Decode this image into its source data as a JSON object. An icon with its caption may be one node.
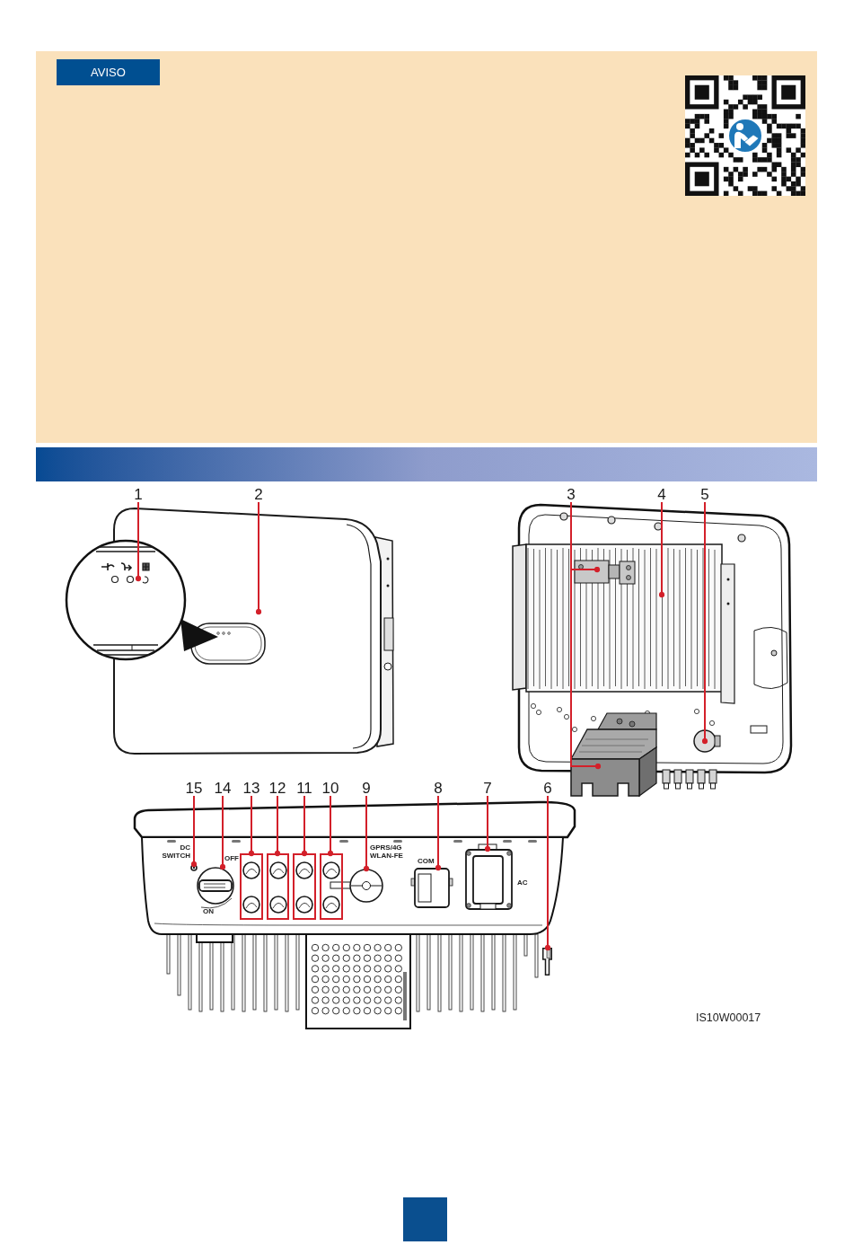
{
  "diagram": {
    "nodes": [
      {
        "text": [],
        "shape": "box"
      },
      {
        "text": [
          "AVISO"
        ],
        "in": 0
      },
      {
        "text": [
          "1"
        ]
      },
      {
        "text": [
          "2"
        ]
      },
      {
        "text": [
          "3"
        ]
      },
      {
        "text": [
          "4"
        ]
      },
      {
        "text": [
          "5"
        ]
      },
      {
        "text": [
          "15"
        ]
      },
      {
        "text": [
          "14"
        ]
      },
      {
        "text": [
          "13"
        ]
      },
      {
        "text": [
          "12"
        ]
      },
      {
        "text": [
          "11"
        ]
      },
      {
        "text": [
          "10"
        ]
      },
      {
        "text": [
          "9"
        ]
      },
      {
        "text": [
          "8"
        ]
      },
      {
        "text": [
          "7"
        ]
      },
      {
        "text": [
          "6"
        ]
      },
      {
        "text": [],
        "shape": "box"
      },
      {
        "text": [],
        "shape": "box"
      },
      {
        "text": [],
        "shape": "box"
      },
      {
        "text": [],
        "shape": "box"
      },
      {
        "text": [],
        "shape": "circle"
      },
      {
        "text": [],
        "shape": "circle",
        "beside": [
          "ON"
        ]
      },
      {
        "text": [],
        "shape": "circle",
        "beside": [
          "GPRS/4G WLAN-FE"
        ]
      },
      {
        "text": [],
        "shape": "box",
        "beside": [
          "COM"
        ]
      },
      {
        "text": [],
        "shape": "box",
        "beside": [
          "AC"
        ]
      },
      {
        "text": [],
        "shape": "picture"
      }
    ],
    "edges": [
      {
        "from": 2,
        "to": null,
        "arrow": "other"
      },
      {
        "from": 3,
        "to": null,
        "arrow": "other"
      },
      {
        "from": 4,
        "to": null,
        "arrow": "other"
      },
      {
        "from": 4,
        "to": null,
        "arrow": "other"
      },
      {
        "from": 5,
        "to": null,
        "arrow": "other"
      },
      {
        "from": 6,
        "to": null,
        "arrow": "other"
      },
      {
        "from": 7,
        "to": 21,
        "arrow": "other"
      },
      {
        "from": 8,
        "to": 22,
        "arrow": "other"
      },
      {
        "from": 9,
        "to": 17,
        "arrow": "other"
      },
      {
        "from": 10,
        "to": 18,
        "arrow": "other"
      },
      {
        "from": 11,
        "to": 19,
        "arrow": "other"
      },
      {
        "from": 12,
        "to": 20,
        "arrow": "other"
      },
      {
        "from": 13,
        "to": 23,
        "arrow": "other"
      },
      {
        "from": 14,
        "to": 24,
        "arrow": "other"
      },
      {
        "from": 15,
        "to": 25,
        "arrow": "other"
      },
      {
        "from": 16,
        "to": 26,
        "arrow": "other"
      }
    ],
    "labels": [
      "DC SWITCH",
      "OFF",
      "IS10W00017"
    ]
  }
}
